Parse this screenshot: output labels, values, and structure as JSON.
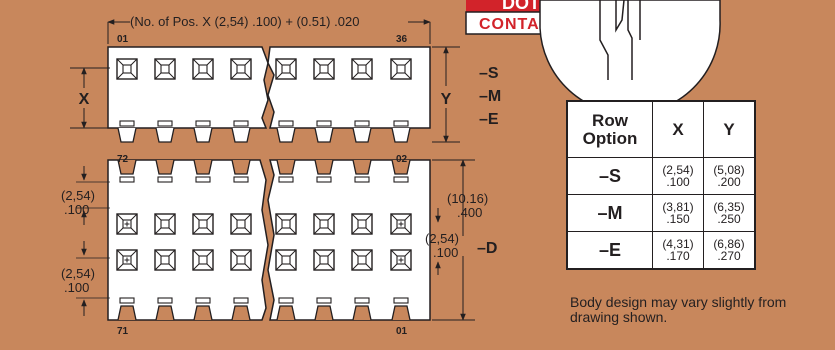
{
  "colors": {
    "background": "#c8875c",
    "panel": "#ffffff",
    "ink": "#231f20",
    "brand": "#d2232a"
  },
  "badge": {
    "top_text": "DOT",
    "bottom_text": "CONTACT"
  },
  "drawing": {
    "top_dimension": "(No. of Pos. X (2,54) .100) + (0.51) .020",
    "top_pin_left": "01",
    "top_pin_right": "36",
    "label_x": "X",
    "label_y": "Y",
    "suffix_s": "–S",
    "suffix_m": "–M",
    "suffix_e": "–E",
    "suffix_d": "–D",
    "bottom_pin_top_left": "72",
    "bottom_pin_top_right": "02",
    "bottom_pin_bottom_left": "71",
    "bottom_pin_bottom_right": "01",
    "dim_254_a_metric": "(2,54)",
    "dim_254_a_inch": ".100",
    "dim_254_b_metric": "(2,54)",
    "dim_254_b_inch": ".100",
    "dim_1016_metric": "(10.16)",
    "dim_1016_inch": ".400",
    "dim_254_c_metric": "(2,54)",
    "dim_254_c_inch": ".100"
  },
  "table": {
    "header": [
      "Row Option",
      "X",
      "Y"
    ],
    "rows": [
      {
        "option": "–S",
        "x_metric": "(2,54)",
        "x_inch": ".100",
        "y_metric": "(5,08)",
        "y_inch": ".200"
      },
      {
        "option": "–M",
        "x_metric": "(3,81)",
        "x_inch": ".150",
        "y_metric": "(6,35)",
        "y_inch": ".250"
      },
      {
        "option": "–E",
        "x_metric": "(4,31)",
        "x_inch": ".170",
        "y_metric": "(6,86)",
        "y_inch": ".270"
      }
    ]
  },
  "note": "Body design may vary slightly from drawing shown."
}
